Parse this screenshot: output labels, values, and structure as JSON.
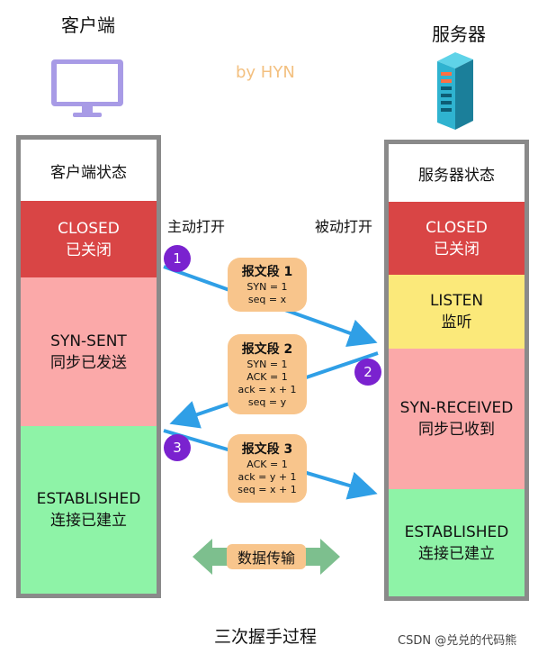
{
  "client": {
    "title": "客户端",
    "state_header": "客户端状态"
  },
  "server": {
    "title": "服务器",
    "state_header": "服务器状态"
  },
  "watermark": "by HYN",
  "client_states": [
    {
      "name": "CLOSED",
      "cn": "已关闭"
    },
    {
      "name": "SYN-SENT",
      "cn": "同步已发送"
    },
    {
      "name": "ESTABLISHED",
      "cn": "连接已建立"
    }
  ],
  "server_states": [
    {
      "name": "CLOSED",
      "cn": "已关闭"
    },
    {
      "name": "LISTEN",
      "cn": "监听"
    },
    {
      "name": "SYN-RECEIVED",
      "cn": "同步已收到"
    },
    {
      "name": "ESTABLISHED",
      "cn": "连接已建立"
    }
  ],
  "labels": {
    "active_open": "主动打开",
    "passive_open": "被动打开"
  },
  "steps": [
    "1",
    "2",
    "3"
  ],
  "segments": [
    {
      "title": "报文段 1",
      "lines": [
        "SYN = 1",
        "seq = x"
      ]
    },
    {
      "title": "报文段 2",
      "lines": [
        "SYN = 1",
        "ACK = 1",
        "ack = x + 1",
        "seq = y"
      ]
    },
    {
      "title": "报文段 3",
      "lines": [
        "ACK = 1",
        "ack = y + 1",
        "seq = x + 1"
      ]
    }
  ],
  "data_transfer": "数据传输",
  "caption": "三次握手过程",
  "credit": "CSDN @兑兑的代码熊",
  "colors": {
    "closed": "#d94545",
    "listen": "#fbe97a",
    "pink": "#fba9a9",
    "green": "#8ef3a7",
    "arrow": "#2f9fe6",
    "badge": "#7a22cf",
    "segment": "#f8c58c",
    "data_arrow": "#7dbf8e"
  },
  "icons": {
    "client": "monitor-icon",
    "server": "server-rack-icon"
  }
}
